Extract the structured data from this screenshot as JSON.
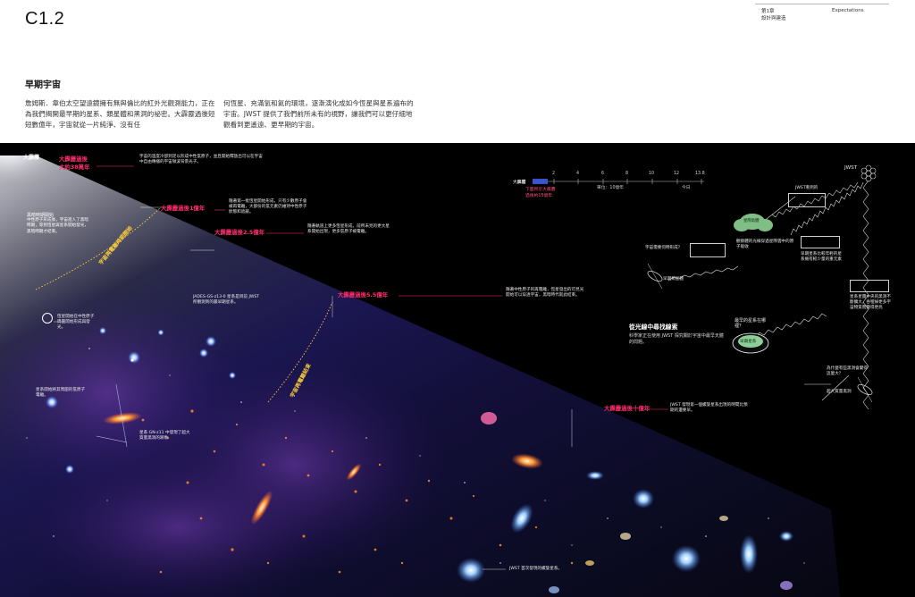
{
  "header": {
    "section_code": "C1.2",
    "chapter_line1": "第1章",
    "chapter_line2": "設計與建造",
    "chapter_title": "Expectations"
  },
  "article": {
    "heading": "早期宇宙",
    "paragraph_col1": "詹姆斯．韋伯太空望遠鏡擁有無與倫比的紅外光觀測能力，正在為我們揭開最早期的星系、類星體和黑洞的祕密。大霹靂過後短短數億年，宇宙就從一片純淨、沒有任",
    "paragraph_col2": "何恆星、充滿氫和氦的環境，逐漸演化成如今恆星與星系遍布的宇宙。JWST 提供了我們前所未有的視野，讓我們可以更仔細地觀看到更遙遠、更早期的宇宙。"
  },
  "diagram": {
    "big_bang": "大霹靂",
    "epochs": [
      {
        "label_line1": "大霹靂過後",
        "label_line2": "大約38萬年",
        "note": "宇宙的溫度冷卻到足以形成中性氫原子，並且開始釋放出可以在宇宙中自由傳播的宇宙微波背景光子。"
      },
      {
        "label": "大霹靂過後1億年",
        "note": "隨著第一批恆星開始形成，只有少數原子會被再電離，大部份的氫元素仍維持中性原子狀態和遮蔽。"
      },
      {
        "label": "大霹靂過後2.5億年",
        "note": "隨著軌道上更多恆星形成，前所未見的更大星系開始出現，更多氫原子被電離。"
      },
      {
        "label": "大霹靂過後5.5億年",
        "note": "隨著中性原子的再電離，恆星發出的可見光開始可以穿透宇宙，黑暗時代就此結束。"
      },
      {
        "label": "大霹靂過後十億年",
        "note": "JWST 發現第一個螺旋星系出現的時間比預期的還要早。"
      }
    ],
    "dark_ages": {
      "title": "黑暗時期開始",
      "text": "中性原子形成後，宇宙進入了黑暗時期，等到恆星與星系開始發光，黑暗時期才結束。"
    },
    "band_labels": [
      "宇宙再電離時期開始",
      "宇宙再電離結束"
    ],
    "annotations": {
      "first_stars": "恆星開始在中性原子周圍開始形成與發光。",
      "jades": "JADES-GS-z13-0 星系是目前 JWST 所觀測到的最早期星系。",
      "quasar": "星系開始將其周圍的氫原子電離。",
      "gnz11": "星系 GN-z11 中發現了超大質量黑洞的跡象",
      "spiral": "JWST 首次發現的螺旋星系。"
    },
    "timeline": {
      "start_label": "大霹靂",
      "ticks": [
        "2",
        "4",
        "6",
        "8",
        "10",
        "12",
        "13.8"
      ],
      "unit": "單位：10億年",
      "today": "今日",
      "highlight_line1": "下面所示大霹靂",
      "highlight_line2": "過後約15億年"
    },
    "jwst_side": {
      "jwst": "JWST",
      "q1": "宇宙需要何時形成？",
      "sites_label": "早期類星體",
      "a1": "JWST看到的",
      "gas_cloud": "星際氣體",
      "cloud_note": "觀察體的光線穿過星際雲中的原子吸收",
      "spec_note": "早期星系比較年輕的星系擁有較少量的重元素",
      "bh_note": "星系星團中央的黑洞不斷擴大，吞噬掉更多宇宙物質而變得更亮",
      "where_galaxies": "最早的星系在哪裡？",
      "early_galaxy": "早期星系",
      "hunt_title": "從光線中尋找線索",
      "hunt_text": "科學家正在使用 JWST 探究關於宇宙中最早天體的問題。",
      "bh_question": "為什麼有些黑洞會變得這麼大？",
      "smbh": "超大質量黑洞"
    }
  }
}
